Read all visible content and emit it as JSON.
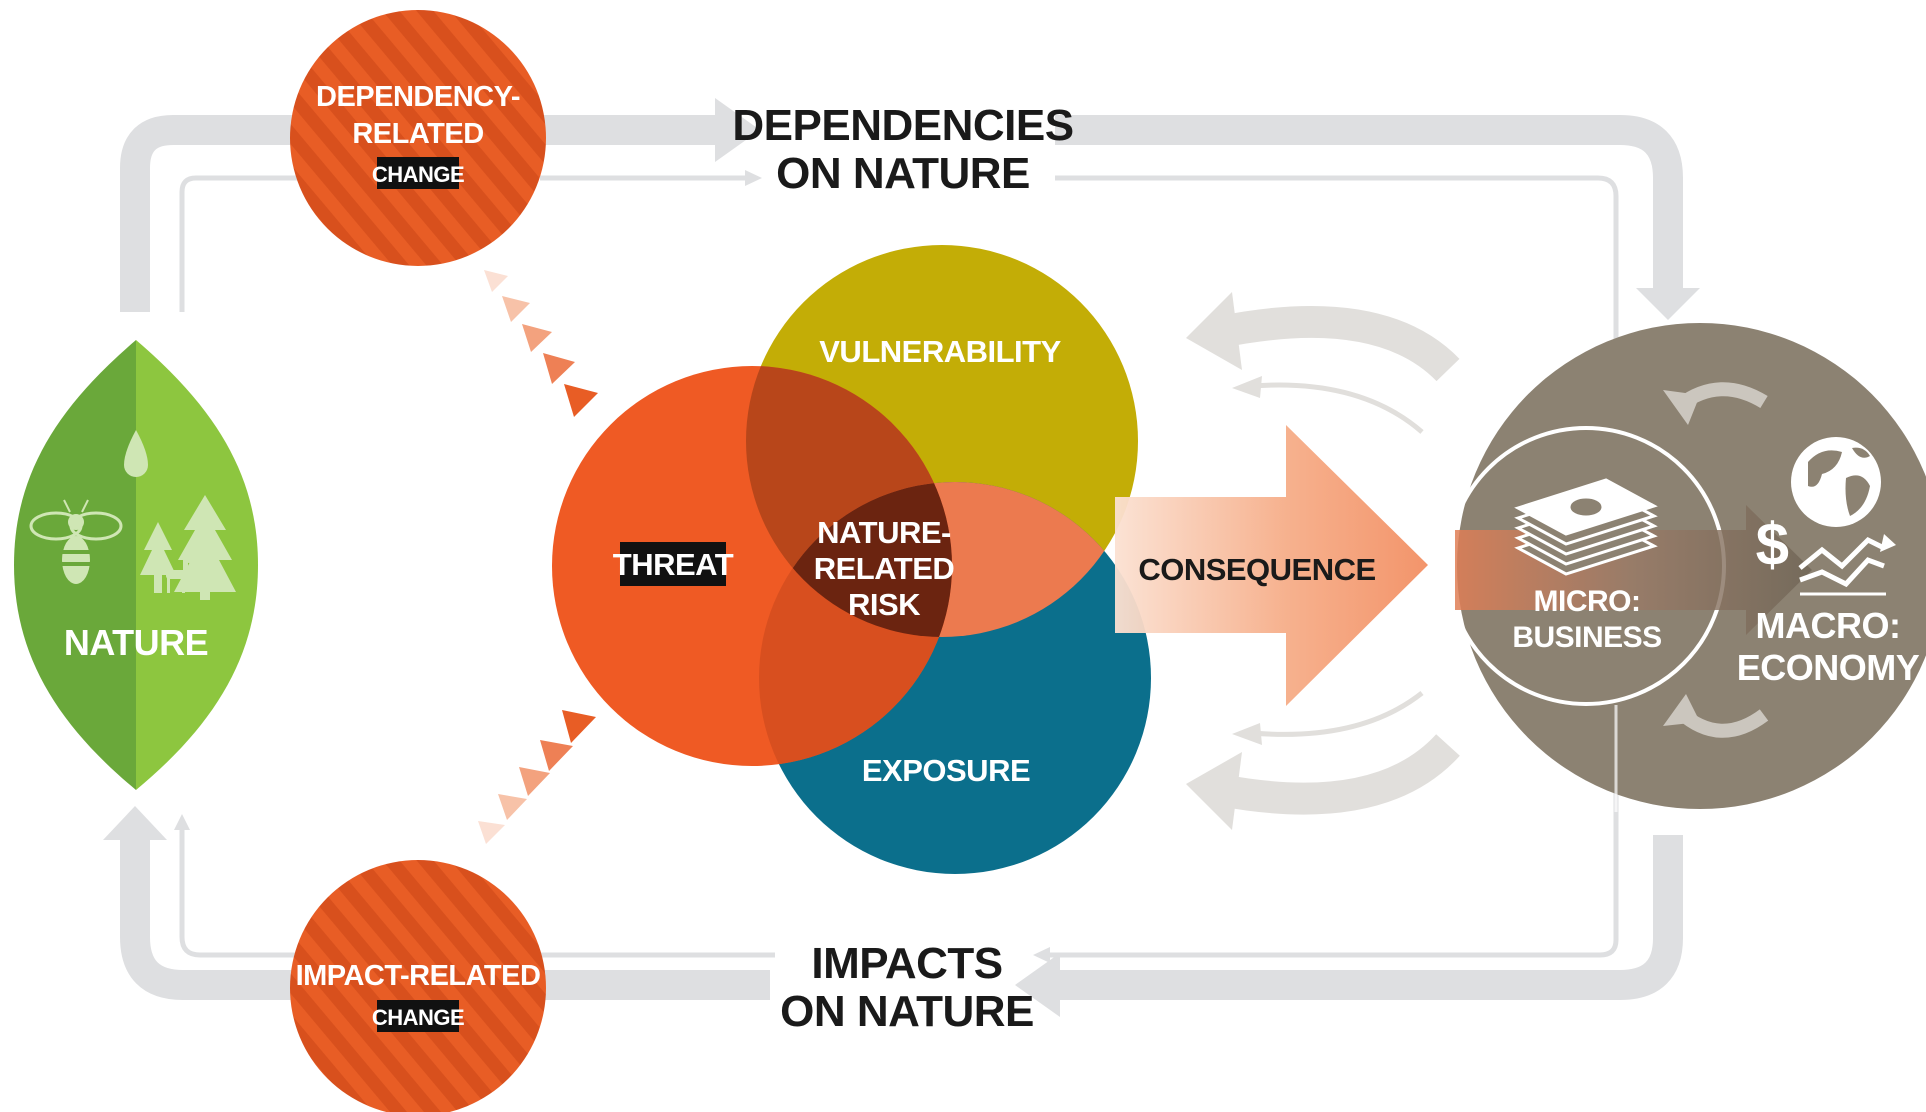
{
  "nodes": {
    "dependency_change": {
      "line1": "DEPENDENCY-",
      "line2": "RELATED",
      "tag": "CHANGE"
    },
    "impact_change": {
      "line1": "IMPACT-RELATED",
      "tag": "CHANGE"
    },
    "dependencies": {
      "line1": "DEPENDENCIES",
      "line2": "ON NATURE"
    },
    "impacts": {
      "line1": "IMPACTS",
      "line2": "ON NATURE"
    },
    "nature": {
      "label": "NATURE"
    },
    "vulnerability": {
      "label": "VULNERABILITY"
    },
    "threat": {
      "label": "THREAT"
    },
    "exposure": {
      "label": "EXPOSURE"
    },
    "risk": {
      "line1": "NATURE-",
      "line2": "RELATED",
      "line3": "RISK"
    },
    "consequence": {
      "label": "CONSEQUENCE"
    },
    "micro": {
      "line1": "MICRO:",
      "line2": "BUSINESS"
    },
    "macro": {
      "line1": "MACRO:",
      "line2": "ECONOMY"
    }
  },
  "icons": [
    "bee-icon",
    "water-drop-icon",
    "tree-icon",
    "deer-icon",
    "money-stack-icon",
    "globe-icon",
    "dollar-icon",
    "trend-chart-icon"
  ],
  "colors": {
    "nature": "#7cb342",
    "threat": "#ef5a24",
    "vulnerability": "#c3ad06",
    "exposure": "#0b6f8c",
    "risk": "#6b2410",
    "economy": "#8c8272",
    "flow_arrows": "#dedfe1",
    "consequence_arrow": "#f39c72"
  }
}
